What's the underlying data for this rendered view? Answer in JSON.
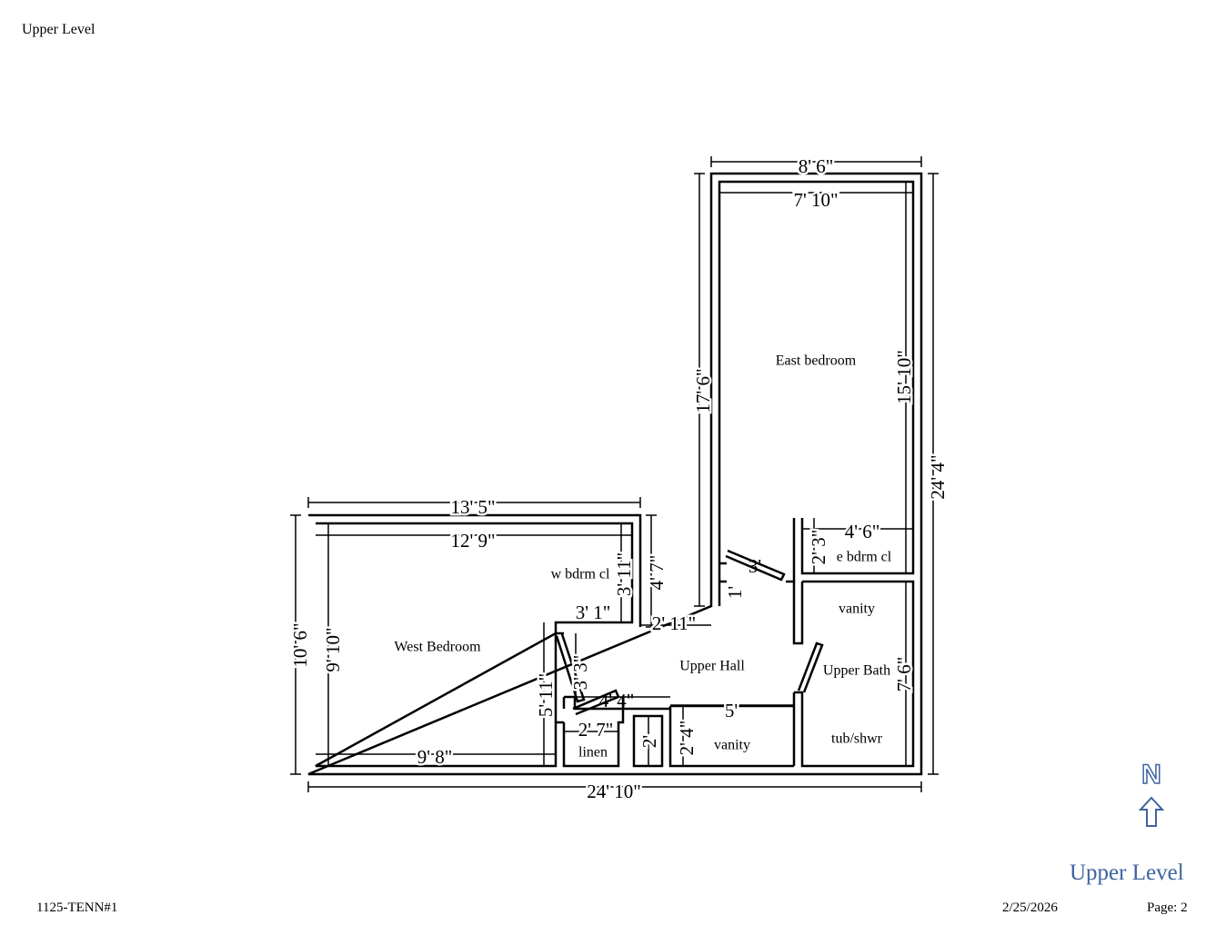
{
  "header": {
    "title": "Upper Level"
  },
  "footer": {
    "id": "1125-TENN#1",
    "date": "2/25/2026",
    "page": "Page: 2"
  },
  "compass": {
    "letter": "N",
    "icon": "north-arrow-icon",
    "color": "#3e64a0"
  },
  "level_label": "Upper Level",
  "rooms": {
    "east_bedroom": "East bedroom",
    "west_bedroom": "West Bedroom",
    "w_bdrm_cl": "w bdrm cl",
    "e_bdrm_cl": "e bdrm cl",
    "upper_hall": "Upper Hall",
    "upper_bath": "Upper Bath",
    "vanity_bath": "vanity",
    "vanity_hall": "vanity",
    "tub": "tub/shwr",
    "linen": "linen"
  },
  "dimensions": {
    "east_outer_width": "8' 6\"",
    "east_inner_width": "7' 10\"",
    "east_outer_left": "17' 6\"",
    "east_inner_height": "15' 10\"",
    "overall_height": "24' 4\"",
    "west_outer_width": "13' 5\"",
    "west_inner_width": "12' 9\"",
    "w_cl_depth": "3' 11\"",
    "w_cl_outer": "4' 7\"",
    "w_cl_width": "3' 1\"",
    "hall_width": "2' 11\"",
    "west_outer_height": "10' 6\"",
    "west_inner_height": "9' 10\"",
    "west_lower": "5' 11\"",
    "door_west": "3' 3\"",
    "hall_lower": "4' 4\"",
    "linen_width": "2' 7\"",
    "small_cl": "2'",
    "vanity_depth": "2' 4\"",
    "vanity_width": "5'",
    "west_bottom": "9' 8\"",
    "overall_width": "24' 10\"",
    "door_east": "3'",
    "jamb": "1'",
    "e_cl_depth": "2' 3\"",
    "e_cl_width": "4' 6\"",
    "bath_height": "7' 6\""
  }
}
